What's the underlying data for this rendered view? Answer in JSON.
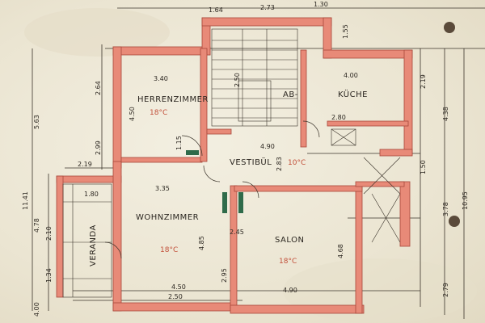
{
  "rooms": {
    "herrenzimmer": {
      "label": "HERRENZIMMER",
      "temp": "18°C",
      "width": "3.40"
    },
    "wohnzimmer": {
      "label": "WOHNZIMMER",
      "temp": "18°C",
      "width": "3.35"
    },
    "salon": {
      "label": "SALON",
      "temp": "18°C",
      "width": "4.90"
    },
    "vestibul": {
      "label": "VESTIBÜL",
      "temp": "10°C",
      "width": "4.90"
    },
    "kuche": {
      "label": "KÜCHE",
      "width": "4.00"
    },
    "ab": {
      "label": "AB-"
    },
    "veranda": {
      "label": "VERANDA"
    }
  },
  "dims": {
    "top_164": "1.64",
    "top_273": "2.73",
    "top_130": "1.30",
    "left_563": "5.63",
    "left_1141": "11.41",
    "left_478": "4.78",
    "left_210": "2.10",
    "left_134": "1.34",
    "left_400": "4.00",
    "left_219": "2.19",
    "h_299": "2.99",
    "h_264": "2.64",
    "h_450": "4.50",
    "h_180": "1.80",
    "h_485": "4.85",
    "h_295": "2.95",
    "h_468": "4.68",
    "h_283": "2.83",
    "bottom_450": "4.50",
    "bottom_250": "2.50",
    "bottom_490": "4.90",
    "right_1095": "10.95",
    "right_438": "4.38",
    "right_378": "3.78",
    "right_279": "2.79",
    "right_219": "2.19",
    "right_150": "1.50",
    "k_280": "2.80",
    "k_155": "1.55",
    "s_250": "2.50",
    "s_115": "1.15",
    "s_245": "2.45"
  }
}
